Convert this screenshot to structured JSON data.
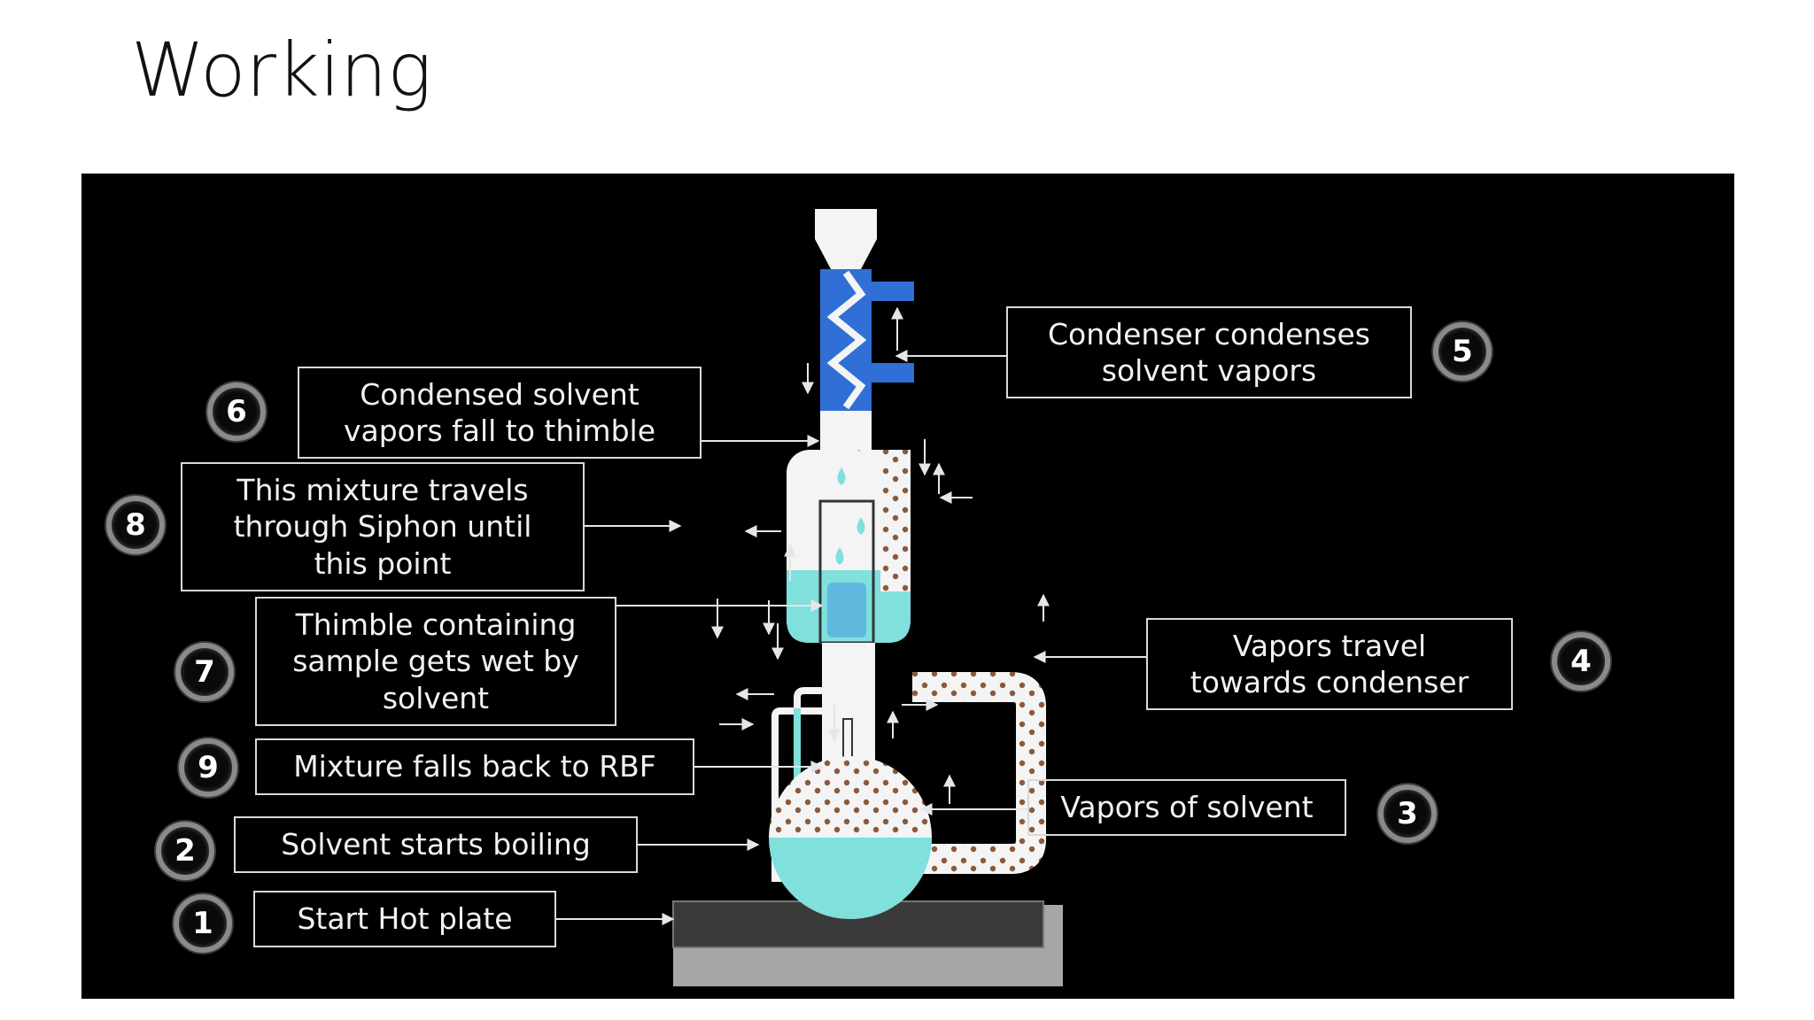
{
  "slide": {
    "title": "Working"
  },
  "colors": {
    "panel_background": "#000000",
    "solvent": "#7fe0dc",
    "condenser": "#2f6fd6",
    "glass": "#f4f4f4",
    "vapor_dots": "#8a5a3a",
    "hot_plate_top": "#3a3a3a",
    "hot_plate_base": "#a6a6a6"
  },
  "steps": [
    {
      "number": "1",
      "text": "Start Hot plate"
    },
    {
      "number": "2",
      "text": "Solvent starts boiling"
    },
    {
      "number": "3",
      "text": "Vapors of solvent"
    },
    {
      "number": "4",
      "text": "Vapors travel\ntowards condenser"
    },
    {
      "number": "5",
      "text": "Condenser condenses\nsolvent vapors"
    },
    {
      "number": "6",
      "text": "Condensed solvent\nvapors fall to thimble"
    },
    {
      "number": "7",
      "text": "Thimble containing\nsample gets wet by\nsolvent"
    },
    {
      "number": "8",
      "text": "This mixture travels\nthrough Siphon until\nthis point"
    },
    {
      "number": "9",
      "text": "Mixture falls back to RBF"
    }
  ]
}
